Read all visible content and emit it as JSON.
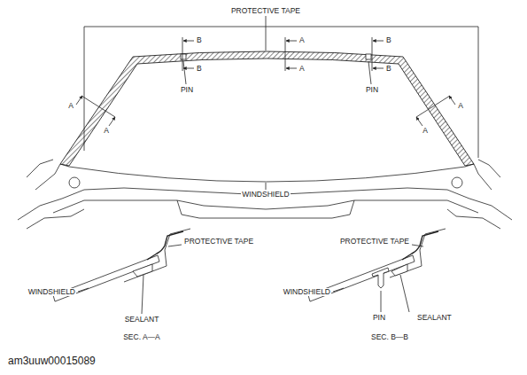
{
  "diagram": {
    "labels": [
      "PROTECTIVE TAPE",
      "B",
      "A",
      "B",
      "B",
      "A",
      "B",
      "PIN",
      "PIN",
      "A",
      "A",
      "A",
      "A",
      "WINDSHIELD",
      "PROTECTIVE TAPE",
      "PROTECTIVE TAPE",
      "WINDSHIELD",
      "WINDSHIELD",
      "SEALANT",
      "PIN",
      "SEALANT",
      "SEC. A—A",
      "SEC. B—B",
      "am3uuw00015089"
    ]
  }
}
